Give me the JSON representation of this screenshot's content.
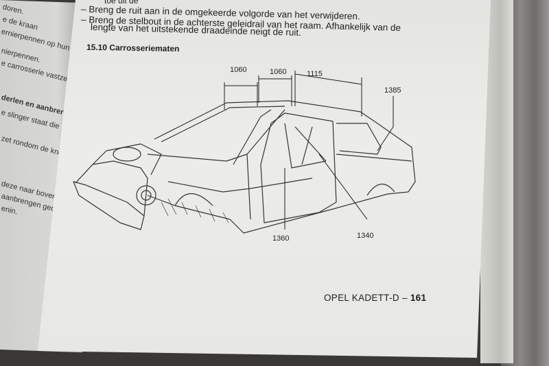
{
  "text_lines": [
    "toe uit de",
    "Breng de ruit aan in de omgekeerde volgorde van het verwijderen.",
    "Breng de stelbout in de achterste geleidrail van het raam. Afhankelijk van de",
    "lengte van het uitstekende draadeinde neigt de ruit."
  ],
  "section_heading": "15.10 Carrosseriematen",
  "dimensions": {
    "d1": "1060",
    "d2": "1060",
    "d3": "1115",
    "d4": "1385",
    "d5": "1360",
    "d6": "1340"
  },
  "footer": {
    "title": "OPEL KADETT-D –",
    "page_number": "161"
  },
  "left_page_fragments": [
    "doren.",
    "e de kraan",
    "ernierpennen op hun plaats",
    "nierpennen.",
    "e carrosserie vastzet",
    "derlen en aanbrengen",
    "e slinger staat die",
    "zet rondom de knop",
    "deze naar boven",
    "aanbrengen gedeelte",
    "enin."
  ]
}
